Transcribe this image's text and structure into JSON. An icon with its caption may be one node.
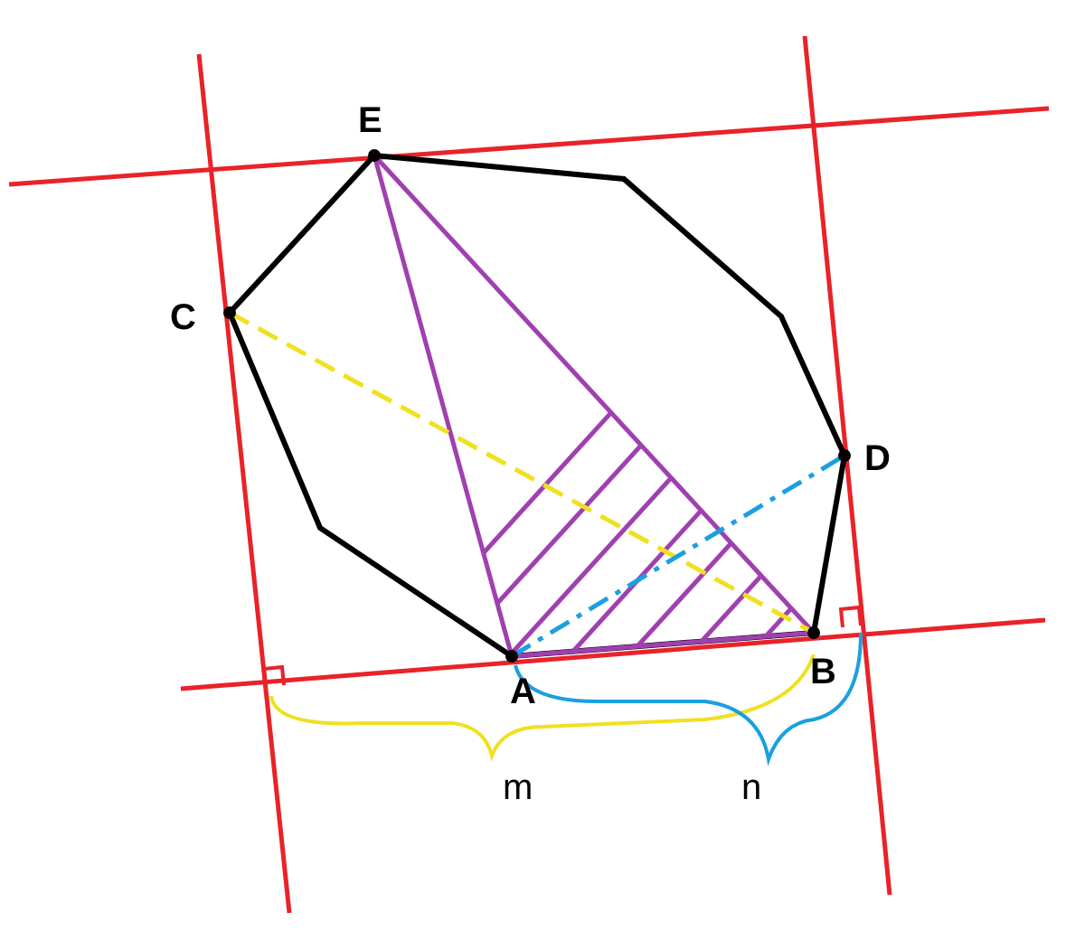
{
  "diagram": {
    "labels": [
      "E",
      "C",
      "D",
      "A",
      "B",
      "m",
      "n"
    ]
  }
}
